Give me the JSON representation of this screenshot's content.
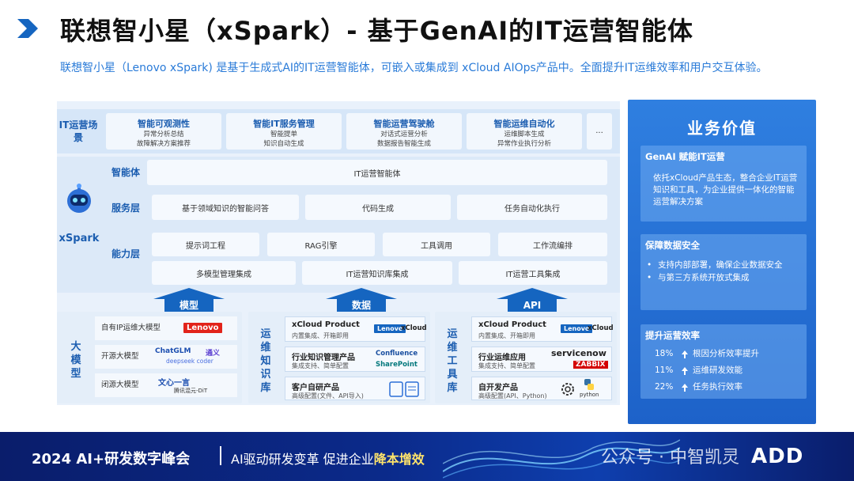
{
  "title": "联想智小星（xSpark）- 基于GenAI的IT运营智能体",
  "subtitle": "联想智小星（Lenovo xSpark) 是基于生成式AI的IT运营智能体，可嵌入或集成到 xCloud AIOps产品中。全面提升IT运维效率和用户交互体验。",
  "scenes": {
    "label": "IT运营场景",
    "items": [
      {
        "title": "智能可观测性",
        "l1": "异常分析总结",
        "l2": "故障解决方案推荐"
      },
      {
        "title": "智能IT服务管理",
        "l1": "智能提单",
        "l2": "知识自动生成"
      },
      {
        "title": "智能运营驾驶舱",
        "l1": "对话式运营分析",
        "l2": "数据报告智能生成"
      },
      {
        "title": "智能运维自动化",
        "l1": "运维脚本生成",
        "l2": "异常作业执行分析"
      }
    ],
    "more": "..."
  },
  "xspark": {
    "name": "xSpark",
    "agent_label": "智能体",
    "agent_bar": "IT运营智能体",
    "service_label": "服务层",
    "service_items": [
      "基于领域知识的智能问答",
      "代码生成",
      "任务自动化执行"
    ],
    "ability_label": "能力层",
    "ability_row1": [
      "提示词工程",
      "RAG引擎",
      "工具调用",
      "工作流编排"
    ],
    "ability_row2": [
      "多模型管理集成",
      "IT运营知识库集成",
      "IT运营工具集成"
    ]
  },
  "arrows": {
    "model": "模型",
    "data": "数据",
    "api": "API"
  },
  "models": {
    "label": "大模型",
    "rows": [
      {
        "label": "自有IP运维大模型",
        "logo": "Lenovo"
      },
      {
        "label": "开源大模型",
        "logo1": "ChatGLM",
        "logo2": "通义",
        "logo3": "deepseek coder"
      },
      {
        "label": "闭源大模型",
        "logo1": "文心一言",
        "logo2": "腾讯混元-DiT"
      }
    ]
  },
  "knowledge": {
    "label": "运维知识库",
    "cards": [
      {
        "title": "xCloud Product",
        "sub": "内置集成、开箱即用",
        "logo1": "Lenovo",
        "logo2": "xCloud"
      },
      {
        "title": "行业知识管理产品",
        "sub": "集成支持、简单配置",
        "logo1": "Confluence",
        "logo2": "SharePoint"
      },
      {
        "title": "客户自研产品",
        "sub": "高级配置(文件、API导入)"
      }
    ]
  },
  "tools": {
    "label": "运维工具库",
    "cards": [
      {
        "title": "xCloud Product",
        "sub": "内置集成、开箱即用",
        "logo1": "Lenovo",
        "logo2": "xCloud"
      },
      {
        "title": "行业运维应用",
        "sub": "集成支持、简单配置",
        "logo1": "servicenow",
        "logo2": "ZABBIX"
      },
      {
        "title": "自开发产品",
        "sub": "高级配置(API、Python)",
        "logo2": "python"
      }
    ]
  },
  "value": {
    "title": "业务价值",
    "card1": {
      "title": "GenAI 赋能IT运营",
      "text": "依托xCloud产品生态，整合企业IT运营知识和工具，为企业提供一体化的智能运营解决方案"
    },
    "card2": {
      "title": "保障数据安全",
      "b1": "支持内部部署，确保企业数据安全",
      "b2": "与第三方系统开放式集成"
    },
    "card3": {
      "title": "提升运营效率",
      "items": [
        {
          "pct": "18%",
          "label": "根因分析效率提升"
        },
        {
          "pct": "11%",
          "label": "运维研发效能"
        },
        {
          "pct": "22%",
          "label": "任务执行效率"
        }
      ]
    }
  },
  "footer": {
    "event": "2024 AI+研发数字峰会",
    "slogan_a": "AI驱动研发变革  促进企业",
    "slogan_b": "降本增效",
    "watermark": "公众号 · 中智凯灵",
    "logo": "ADD"
  },
  "colors": {
    "accent": "#1b5db0",
    "panel": "#1d62c9",
    "lenovo": "#e2231a"
  }
}
